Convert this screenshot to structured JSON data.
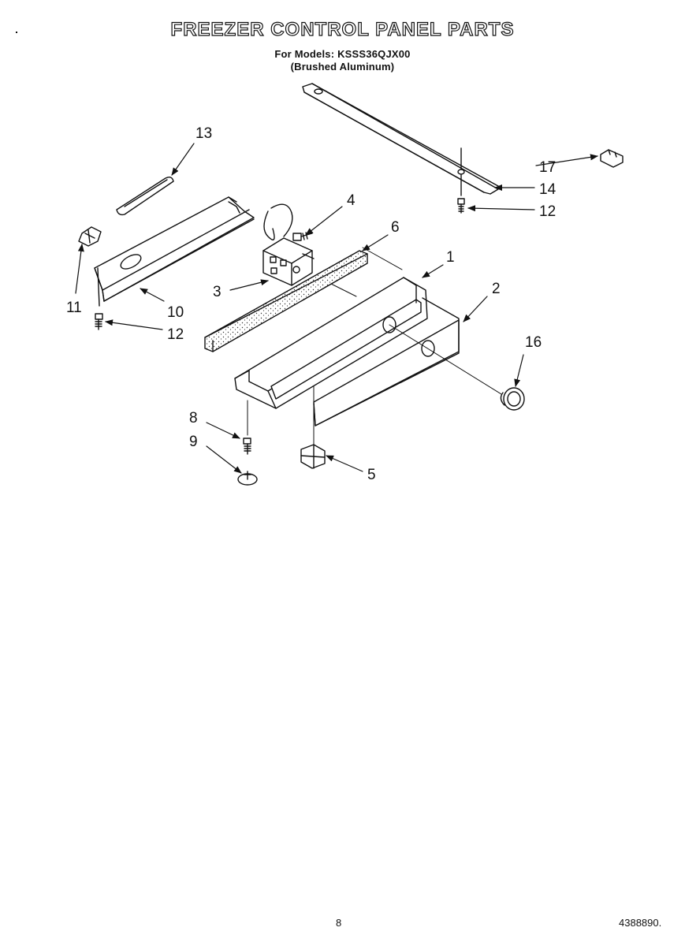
{
  "header": {
    "title": "FREEZER CONTROL PANEL PARTS",
    "models": "For Models: KSSS36QJX00",
    "finish": "(Brushed Aluminum)"
  },
  "callouts": [
    "1",
    "2",
    "3",
    "4",
    "5",
    "6",
    "8",
    "9",
    "10",
    "11",
    "12",
    "12",
    "13",
    "14",
    "16",
    "17"
  ],
  "footer": {
    "page": "8",
    "doc_number": "4388890"
  }
}
